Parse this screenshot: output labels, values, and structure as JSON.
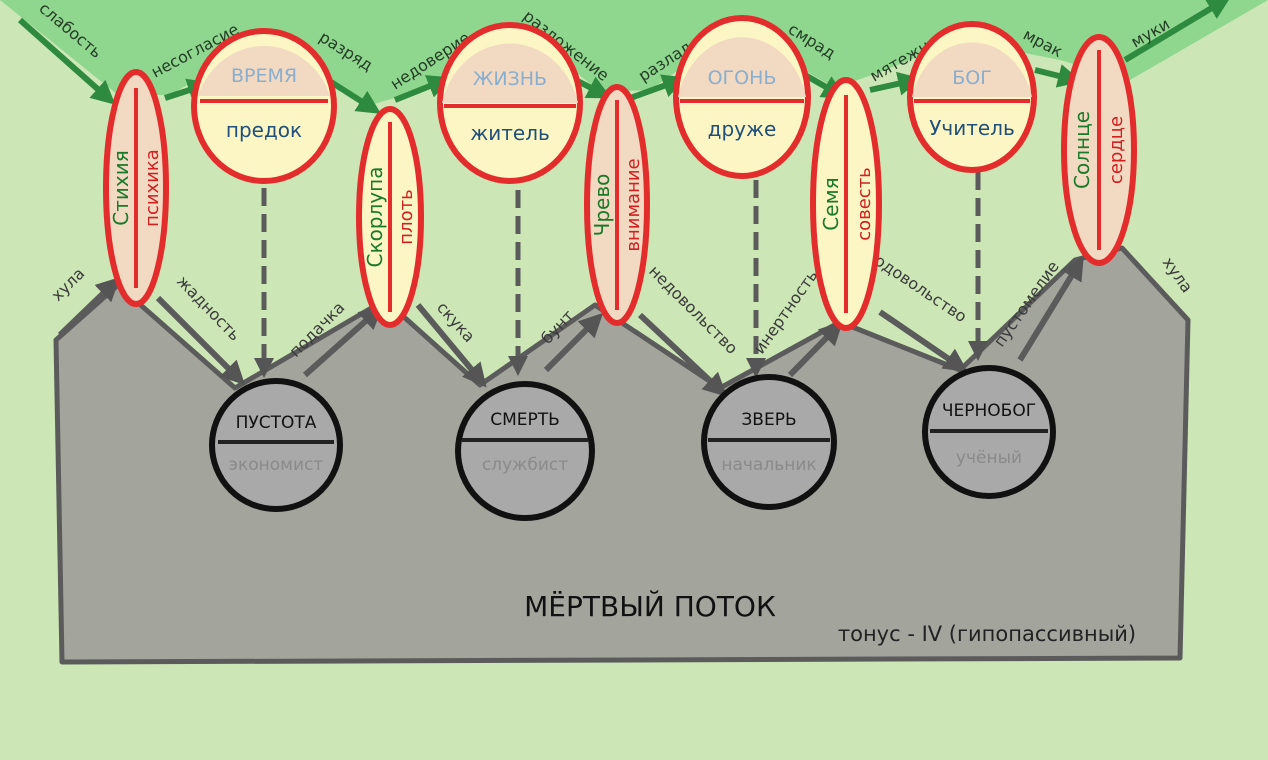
{
  "green_ovals": [
    {
      "top": "ВРЕМЯ",
      "bottom": "предок"
    },
    {
      "top": "ЖИЗНЬ",
      "bottom": "житель"
    },
    {
      "top": "ОГОНЬ",
      "bottom": "друже"
    },
    {
      "top": "БОГ",
      "bottom": "Учитель"
    }
  ],
  "vertical_ellipses": [
    {
      "left": "Стихия",
      "right": "психика"
    },
    {
      "left": "Скорлупа",
      "right": "плоть"
    },
    {
      "left": "Чрево",
      "right": "внимание"
    },
    {
      "left": "Семя",
      "right": "совесть"
    },
    {
      "left": "Солнце",
      "right": "сердце"
    }
  ],
  "dark_circles": [
    {
      "top": "ПУСТОТА",
      "bottom": "экономист"
    },
    {
      "top": "СМЕРТЬ",
      "bottom": "службист"
    },
    {
      "top": "ЗВЕРЬ",
      "bottom": "начальник"
    },
    {
      "top": "ЧЕРНОБОГ",
      "bottom": "учёный"
    }
  ],
  "upper_labels": [
    "слабость",
    "несогласие",
    "разряд",
    "недоверие",
    "разложение",
    "разлад",
    "смрад",
    "мятежность",
    "мрак",
    "муки"
  ],
  "lower_labels": [
    "хула",
    "жадность",
    "подачка",
    "скука",
    "бунт",
    "недовольство",
    "инертность",
    "самодовольство",
    "пустомелие",
    "хула"
  ],
  "title": "МЁРТВЫЙ ПОТОК",
  "subtitle": "тонус - IV  (гипопассивный)",
  "colors": {
    "background": "#cce6b6",
    "green_band": "#8fd68f",
    "gray_region": "#a3a59d",
    "red_border": "#e32d2d",
    "oval_fill": "#fcf6c4",
    "ellipse_fill_a": "#f2d9c2",
    "ellipse_fill_b": "#fcf6c4",
    "dark_circle_fill": "#a9a9a9",
    "arrow_green": "#2e8a3e",
    "arrow_gray": "#5b5b5b"
  }
}
